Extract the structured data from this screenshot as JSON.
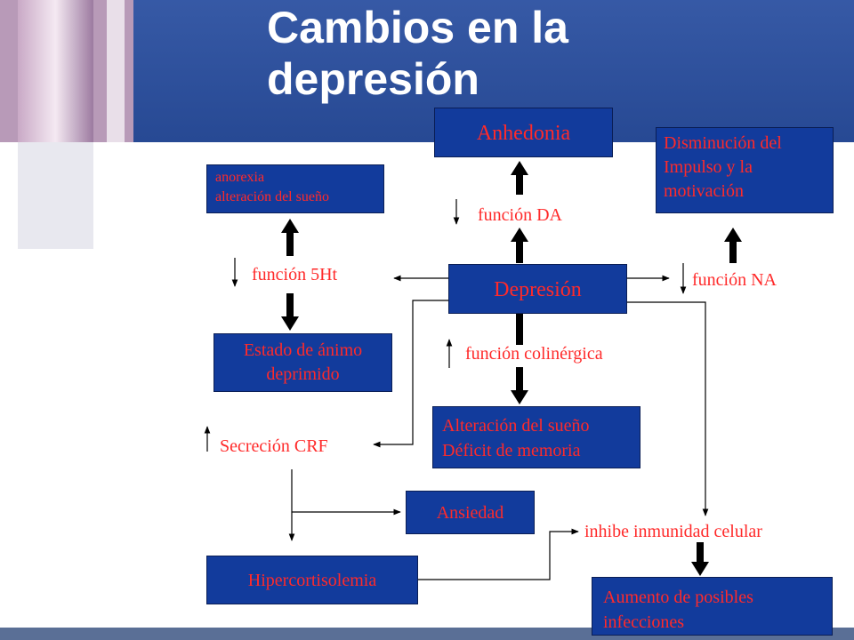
{
  "title_line1": "Cambios en la",
  "title_line2": "depresión",
  "colors": {
    "header": "#2a4fa0",
    "box": "#123b9c",
    "text": "#ff2a2a"
  },
  "boxes": {
    "anhedonia": "Anhedonia",
    "disminucion_1": "Disminución del",
    "disminucion_2": "Impulso y la",
    "disminucion_3": "motivación",
    "anorexia_1": "anorexia",
    "anorexia_2": "alteración del sueño",
    "depresion": "Depresión",
    "estado_1": "Estado de ánimo",
    "estado_2": "deprimido",
    "alteracion_1": "Alteración del sueño",
    "alteracion_2": "Déficit de memoria",
    "ansiedad": "Ansiedad",
    "hipercortisolemia": "Hipercortisolemia",
    "aumento_1": "Aumento de posibles",
    "aumento_2": "infecciones"
  },
  "labels": {
    "funcion_da": "función DA",
    "funcion_5ht": "función 5Ht",
    "funcion_na": "función NA",
    "funcion_colinergica": "función colinérgica",
    "secrecion_crf": "Secreción CRF",
    "inhibe": "inhibe inmunidad celular"
  }
}
